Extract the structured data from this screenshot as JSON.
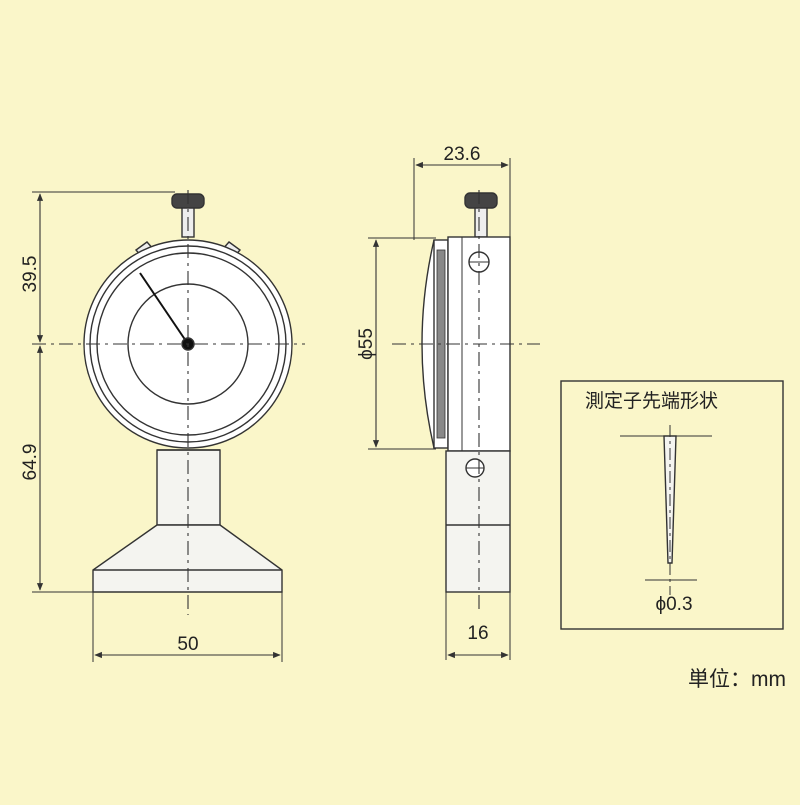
{
  "front_view": {
    "dims": {
      "height_upper": "39.5",
      "height_lower": "64.9",
      "base_width": "50"
    }
  },
  "side_view": {
    "dims": {
      "depth": "23.6",
      "dial_diameter": "ϕ55",
      "stem_width": "16"
    }
  },
  "tip_detail": {
    "title": "測定子先端形状",
    "tip_diameter": "ϕ0.3"
  },
  "unit_label": "単位：mm",
  "colors": {
    "background": "#FAF6C9",
    "line": "#333333",
    "face": "#FFFFFF",
    "body": "#F4F4F0"
  }
}
